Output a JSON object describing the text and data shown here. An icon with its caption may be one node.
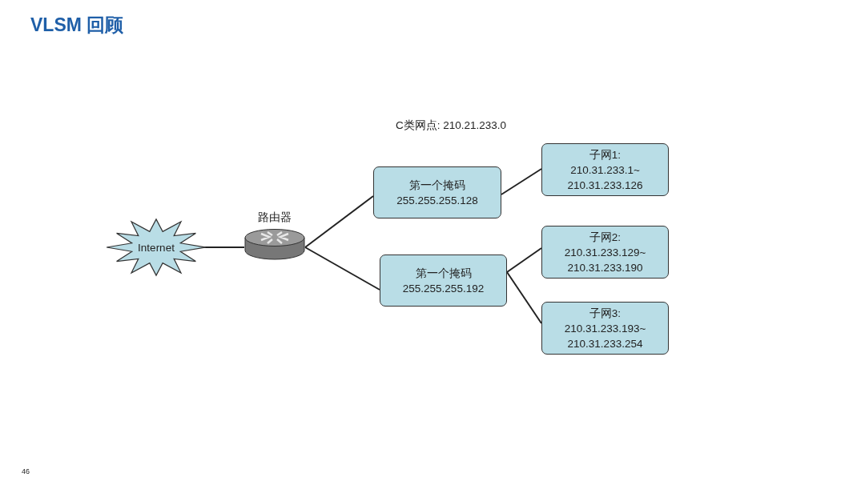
{
  "diagram": {
    "title": "VLSM 回顾",
    "nodes": [
      {
        "text": [
          "Internet"
        ]
      },
      {
        "text": [
          "路由器"
        ]
      },
      {
        "text": [
          "第一个掩码",
          "255.255.255.128"
        ]
      },
      {
        "text": [
          "第一个掩码",
          "255.255.255.192"
        ]
      },
      {
        "text": [
          "子网1:",
          "210.31.233.1~ 210.31.233.126"
        ]
      },
      {
        "text": [
          "子网2:",
          "210.31.233.129~ 210.31.233.190"
        ]
      },
      {
        "text": [
          "子网3:",
          "210.31.233.193~ 210.31.233.254"
        ]
      }
    ],
    "edges": [
      {
        "from": 0,
        "to": 1,
        "arrow": "none"
      },
      {
        "from": 1,
        "to": 2,
        "arrow": "none"
      },
      {
        "from": 1,
        "to": 3,
        "arrow": "none"
      },
      {
        "from": 2,
        "to": 4,
        "arrow": "none"
      },
      {
        "from": 3,
        "to": 5,
        "arrow": "none"
      },
      {
        "from": 3,
        "to": 6,
        "arrow": "none"
      }
    ],
    "labels": [
      "C类网点: 210.21.233.0",
      "46"
    ]
  }
}
